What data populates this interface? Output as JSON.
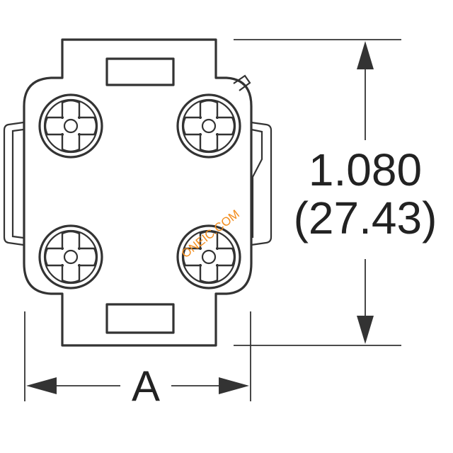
{
  "dimensions": {
    "height_inches": "1.080",
    "height_mm": "(27.43)",
    "width_label": "A"
  },
  "watermark": {
    "text": "ONEIC.COM"
  },
  "colors": {
    "line": "#333333",
    "watermark": "#f28c1c"
  },
  "terminal_count": 4,
  "latch_count": 2
}
